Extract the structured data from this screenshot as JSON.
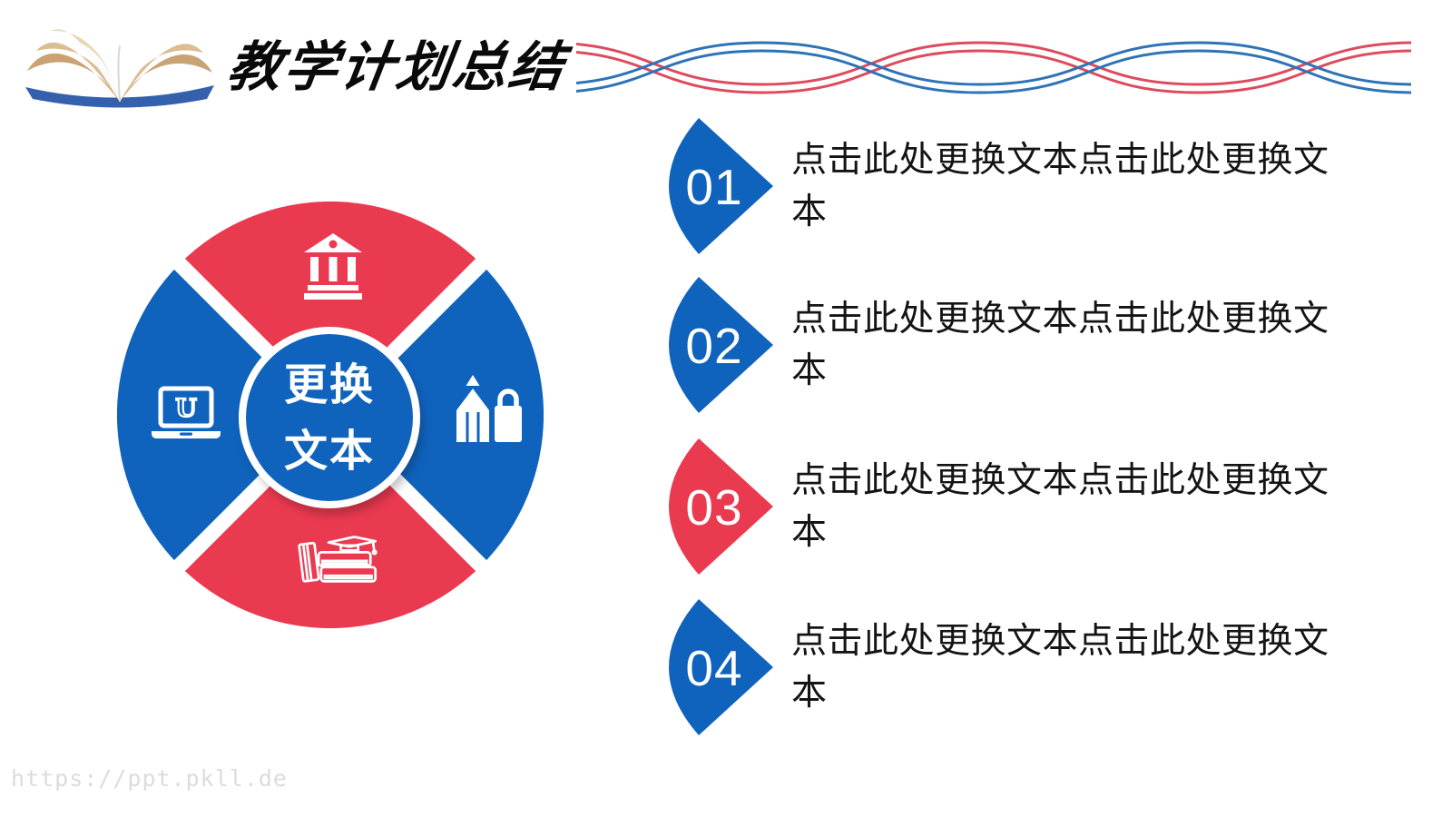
{
  "header": {
    "title": "教学计划总结"
  },
  "theme": {
    "red": "#ea3a50",
    "blue": "#0f63bd",
    "wave_red": "#dd4b5e",
    "wave_blue": "#2e73b6",
    "item_text_color": "#141414",
    "watermark_gray": "#dcdcdc"
  },
  "diagram": {
    "center": {
      "line1": "更换",
      "line2": "文本"
    },
    "segments": [
      {
        "position": "top",
        "color": "#ea3a50",
        "icon": "bank-building-icon"
      },
      {
        "position": "right",
        "color": "#0f63bd",
        "icon": "pencil-eraser-icon"
      },
      {
        "position": "bottom",
        "color": "#ea3a50",
        "icon": "books-graduation-icon"
      },
      {
        "position": "left",
        "color": "#0f63bd",
        "icon": "laptop-u-icon"
      }
    ]
  },
  "list": {
    "items": [
      {
        "number": "01",
        "color": "#0f63bd",
        "text": "点击此处更换文本点击此处更换文本"
      },
      {
        "number": "02",
        "color": "#0f63bd",
        "text": "点击此处更换文本点击此处更换文本"
      },
      {
        "number": "03",
        "color": "#ea3a50",
        "text": "点击此处更换文本点击此处更换文本"
      },
      {
        "number": "04",
        "color": "#0f63bd",
        "text": "点击此处更换文本点击此处更换文本"
      }
    ]
  },
  "footer": {
    "watermark": "https://ppt.pkll.de"
  }
}
